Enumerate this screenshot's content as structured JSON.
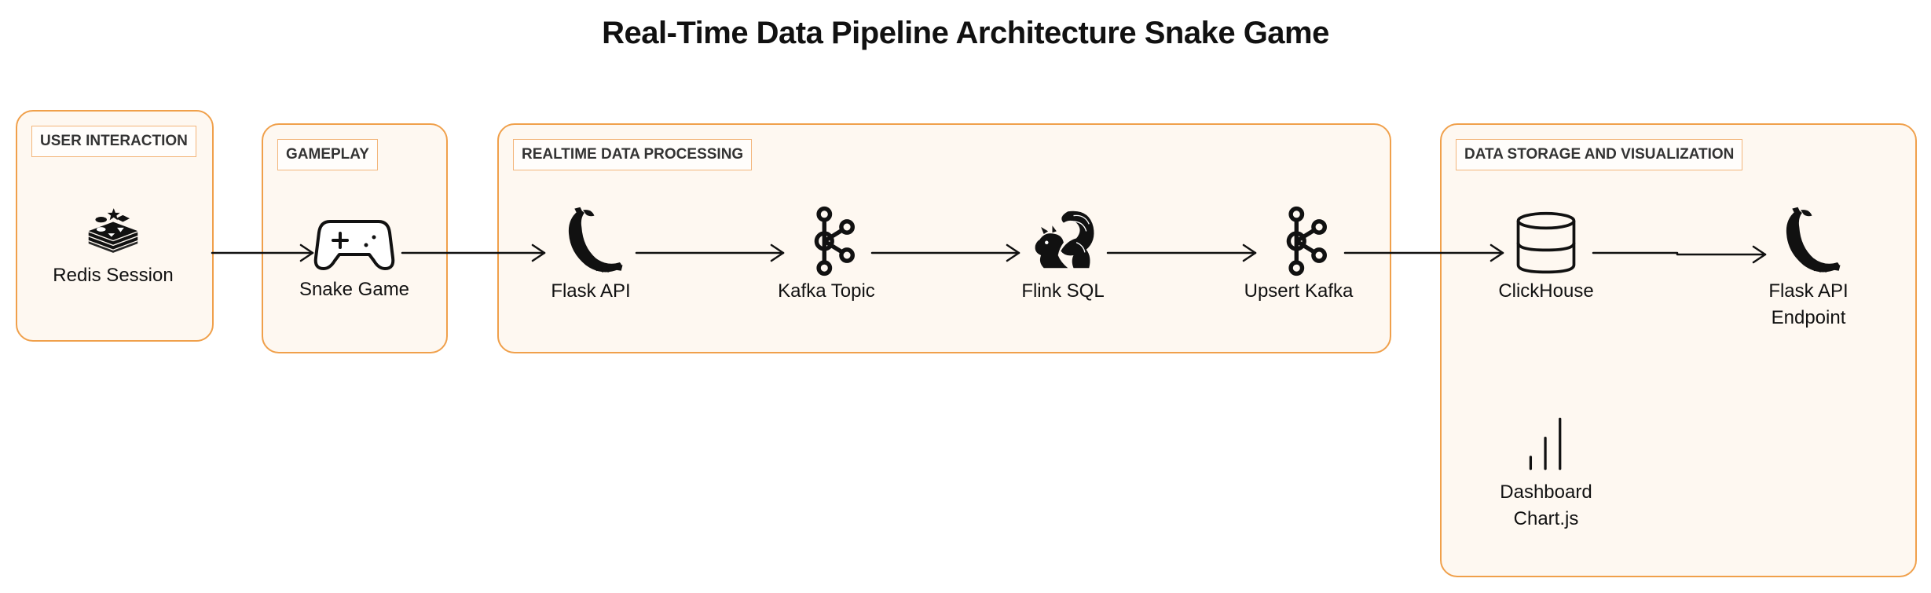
{
  "title": "Real-Time Data Pipeline Architecture Snake Game",
  "groups": {
    "user": {
      "label": "USER INTERACTION"
    },
    "gameplay": {
      "label": "GAMEPLAY"
    },
    "realtime": {
      "label": "REALTIME DATA PROCESSING"
    },
    "storage": {
      "label": "DATA STORAGE AND VISUALIZATION"
    }
  },
  "nodes": {
    "redis": {
      "label": "Redis Session",
      "icon": "redis-icon"
    },
    "snake": {
      "label": "Snake Game",
      "icon": "gamepad-icon"
    },
    "flask": {
      "label": "Flask API",
      "icon": "flask-icon"
    },
    "kafka_topic": {
      "label": "Kafka Topic",
      "icon": "kafka-icon"
    },
    "flink": {
      "label": "Flink SQL",
      "icon": "flink-squirrel-icon"
    },
    "upsert_kafka": {
      "label": "Upsert Kafka",
      "icon": "kafka-icon"
    },
    "clickhouse": {
      "label": "ClickHouse",
      "icon": "database-icon"
    },
    "flask_endpoint": {
      "label_line1": "Flask API",
      "label_line2": "Endpoint",
      "icon": "flask-icon"
    },
    "dashboard": {
      "label_line1": "Dashboard",
      "label_line2": "Chart.js",
      "icon": "bar-chart-icon"
    }
  },
  "edges": [
    {
      "from": "Redis Session",
      "to": "Snake Game"
    },
    {
      "from": "Snake Game",
      "to": "Flask API"
    },
    {
      "from": "Flask API",
      "to": "Kafka Topic"
    },
    {
      "from": "Kafka Topic",
      "to": "Flink SQL"
    },
    {
      "from": "Flink SQL",
      "to": "Upsert Kafka"
    },
    {
      "from": "Upsert Kafka",
      "to": "ClickHouse"
    },
    {
      "from": "ClickHouse",
      "to": "Flask API Endpoint"
    }
  ],
  "colors": {
    "group_border": "#f0a04b",
    "group_fill": "#fef8f1",
    "line": "#111111"
  }
}
